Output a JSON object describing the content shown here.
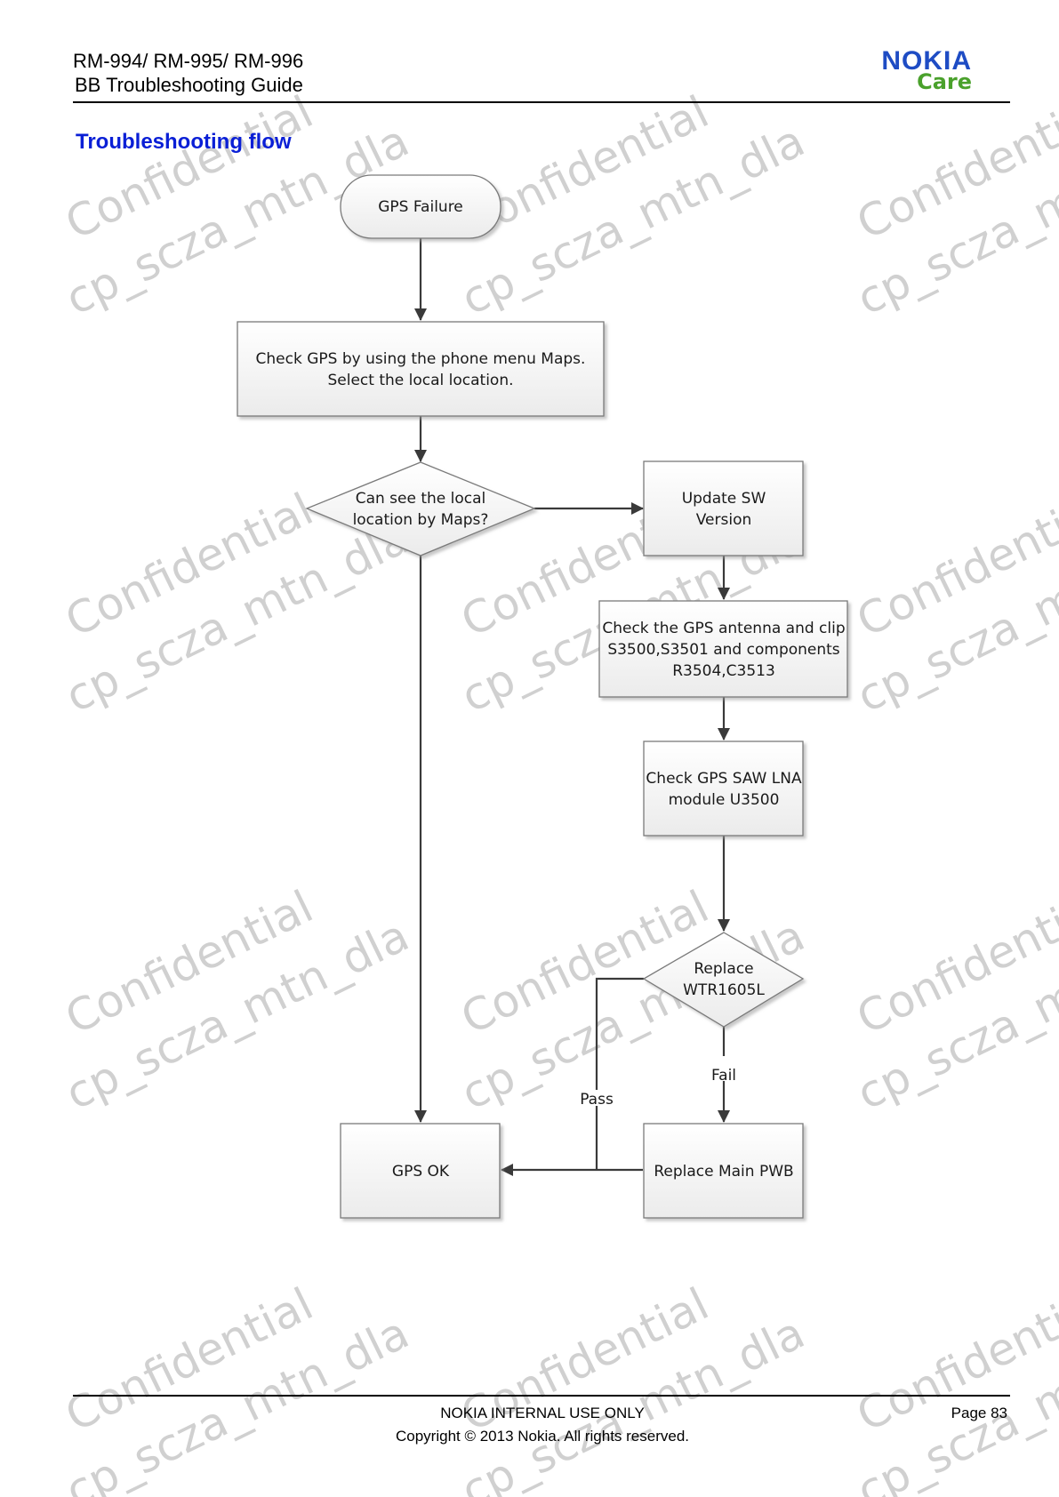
{
  "header": {
    "model": "RM-994/ RM-995/ RM-996",
    "guide": "BB Troubleshooting Guide",
    "logo": {
      "brand": "NOKIA",
      "sub": "Care",
      "brand_color": "#1e4cc4",
      "sub_color": "#4aa12c"
    }
  },
  "section_title": "Troubleshooting flow",
  "watermark": {
    "line1": "Confidential",
    "line2": "cp_scza_mtn_dla"
  },
  "flowchart": {
    "nodes": {
      "gps_failure": [
        "GPS Failure"
      ],
      "check_maps": [
        "Check GPS by using the phone menu Maps.",
        "Select the local location."
      ],
      "can_see": [
        "Can see the local",
        "location by Maps?"
      ],
      "update_sw": [
        "Update SW",
        "Version"
      ],
      "check_antenna": [
        "Check the GPS antenna and clip",
        "S3500,S3501 and components",
        "R3504,C3513"
      ],
      "check_saw": [
        "Check GPS SAW LNA",
        "module U3500"
      ],
      "replace_wtr": [
        "Replace",
        "WTR1605L"
      ],
      "gps_ok": [
        "GPS OK"
      ],
      "replace_pwb": [
        "Replace Main PWB"
      ]
    },
    "edge_labels": {
      "pass": "Pass",
      "fail": "Fail"
    }
  },
  "footer": {
    "internal": "NOKIA INTERNAL USE ONLY",
    "copyright": "Copyright © 2013 Nokia. All rights reserved.",
    "page": "Page 83"
  }
}
